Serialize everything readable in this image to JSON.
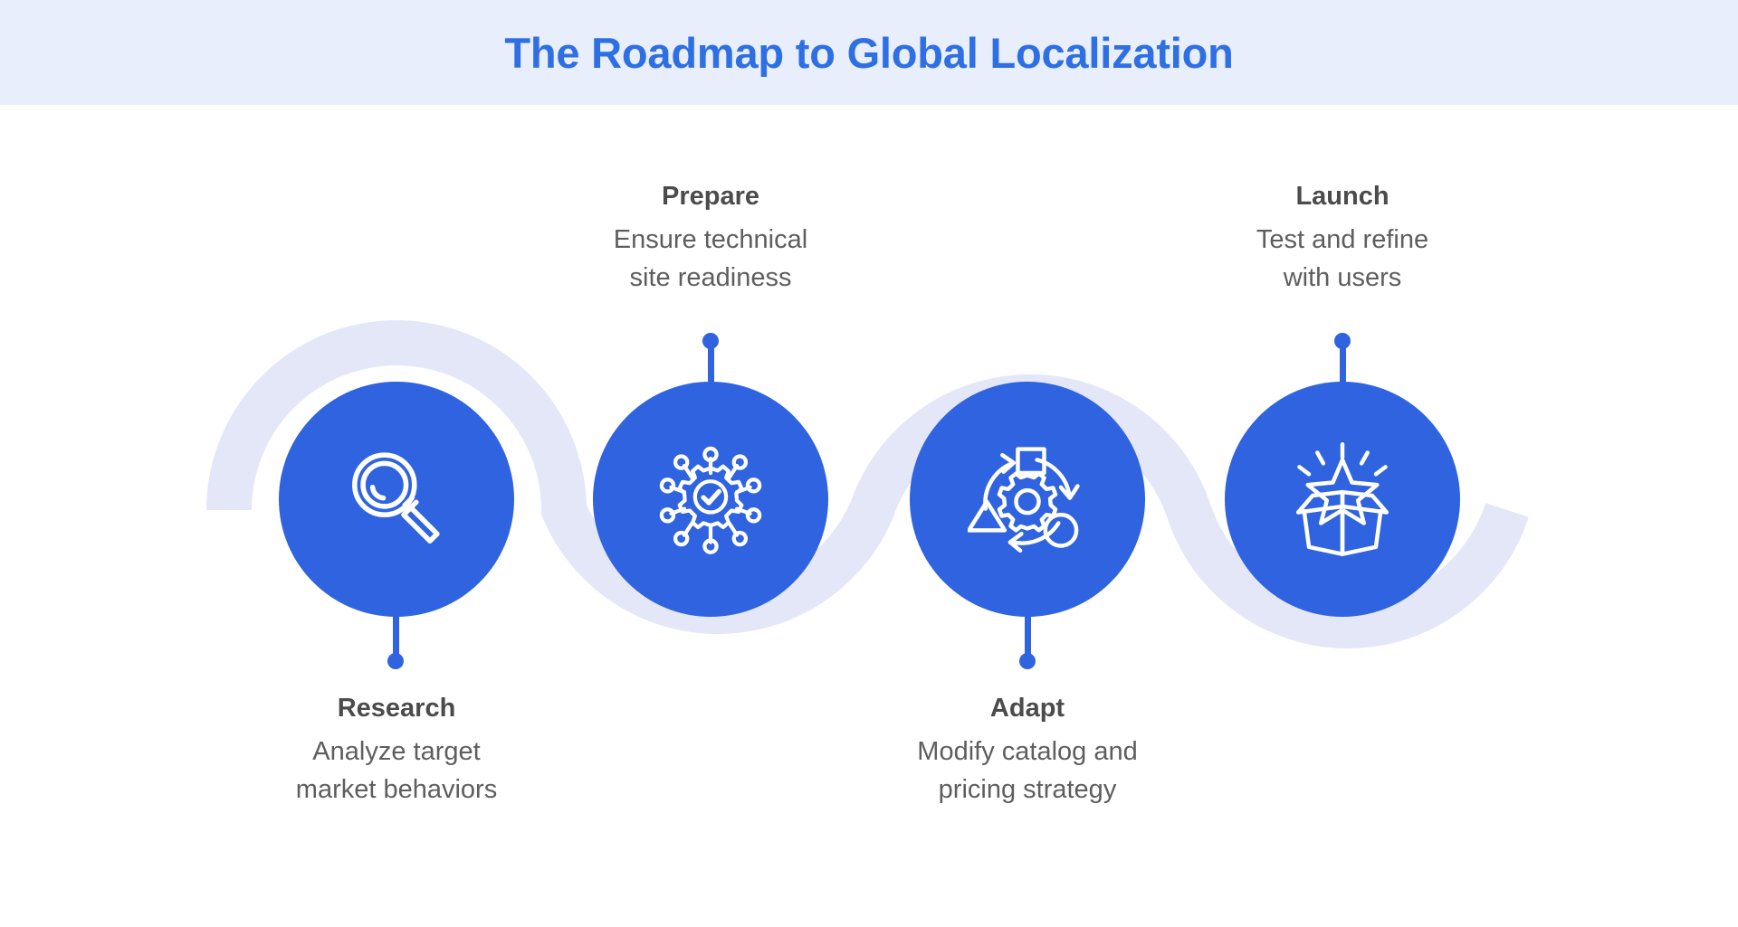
{
  "header": {
    "title": "The Roadmap to Global Localization",
    "band_color": "#e8eefc",
    "title_color": "#2f6fe4"
  },
  "theme": {
    "circle_color": "#2f63e0",
    "swoosh_color": "#e3e7f8",
    "page_background": "#ffffff",
    "label_title_color": "#4b4b4b",
    "label_desc_color": "#5e5e5e"
  },
  "steps": [
    {
      "id": "research",
      "title": "Research",
      "desc_line1": "Analyze target",
      "desc_line2": "market behaviors",
      "icon": "magnifying-glass-icon",
      "label_position": "below"
    },
    {
      "id": "prepare",
      "title": "Prepare",
      "desc_line1": "Ensure technical",
      "desc_line2": "site readiness",
      "icon": "gear-network-check-icon",
      "label_position": "above"
    },
    {
      "id": "adapt",
      "title": "Adapt",
      "desc_line1": "Modify catalog and",
      "desc_line2": "pricing strategy",
      "icon": "gear-cycle-shapes-icon",
      "label_position": "below"
    },
    {
      "id": "launch",
      "title": "Launch",
      "desc_line1": "Test and refine",
      "desc_line2": "with users",
      "icon": "open-box-star-icon",
      "label_position": "above"
    }
  ]
}
